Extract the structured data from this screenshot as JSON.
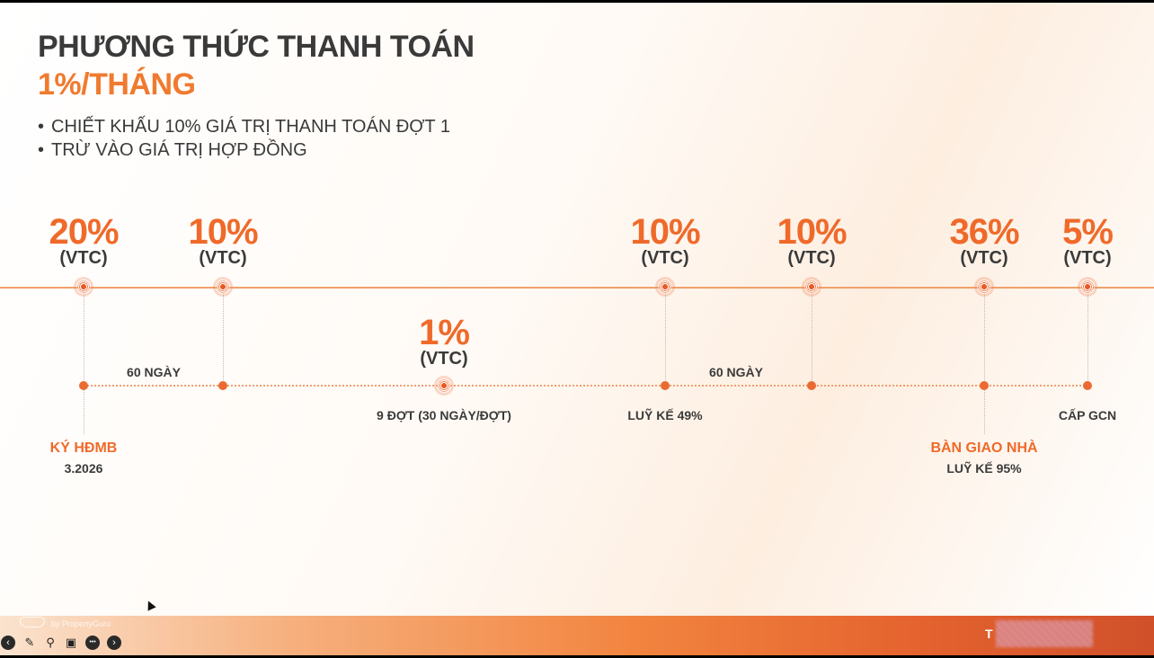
{
  "title": "PHƯƠNG THỨC THANH TOÁN",
  "subtitle": "1%/THÁNG",
  "bullets": [
    "CHIẾT KHẤU 10% GIÁ TRỊ THANH TOÁN ĐỢT 1",
    "TRỪ VÀO GIÁ TRỊ HỢP ĐỒNG"
  ],
  "timeline": {
    "top_nodes": [
      {
        "pct": "20%",
        "unit": "(VTC)"
      },
      {
        "pct": "10%",
        "unit": "(VTC)"
      },
      {
        "pct": "10%",
        "unit": "(VTC)"
      },
      {
        "pct": "10%",
        "unit": "(VTC)"
      },
      {
        "pct": "36%",
        "unit": "(VTC)"
      },
      {
        "pct": "5%",
        "unit": "(VTC)"
      }
    ],
    "middle_node": {
      "pct": "1%",
      "unit": "(VTC)",
      "label": "9 ĐỢT (30 NGÀY/ĐỢT)"
    },
    "interval_labels": [
      "60 NGÀY",
      "60 NGÀY"
    ],
    "under_labels": [
      "LUỸ KẾ 49%",
      "CẤP GCN"
    ],
    "milestones": [
      {
        "title": "KÝ HĐMB",
        "sub": "3.2026"
      },
      {
        "title": "BÀN GIAO NHÀ",
        "sub": "LUỸ KẾ 95%"
      }
    ]
  },
  "footer": {
    "brand": "by PropertyGuru",
    "page_code": "T"
  },
  "toolbar": {
    "icons": [
      "back-arrow-icon",
      "pen-icon",
      "zoom-icon",
      "video-off-icon",
      "more-icon",
      "forward-arrow-icon"
    ],
    "glyphs": [
      "‹",
      "✎",
      "⚲",
      "▣",
      "•••",
      "›"
    ]
  }
}
